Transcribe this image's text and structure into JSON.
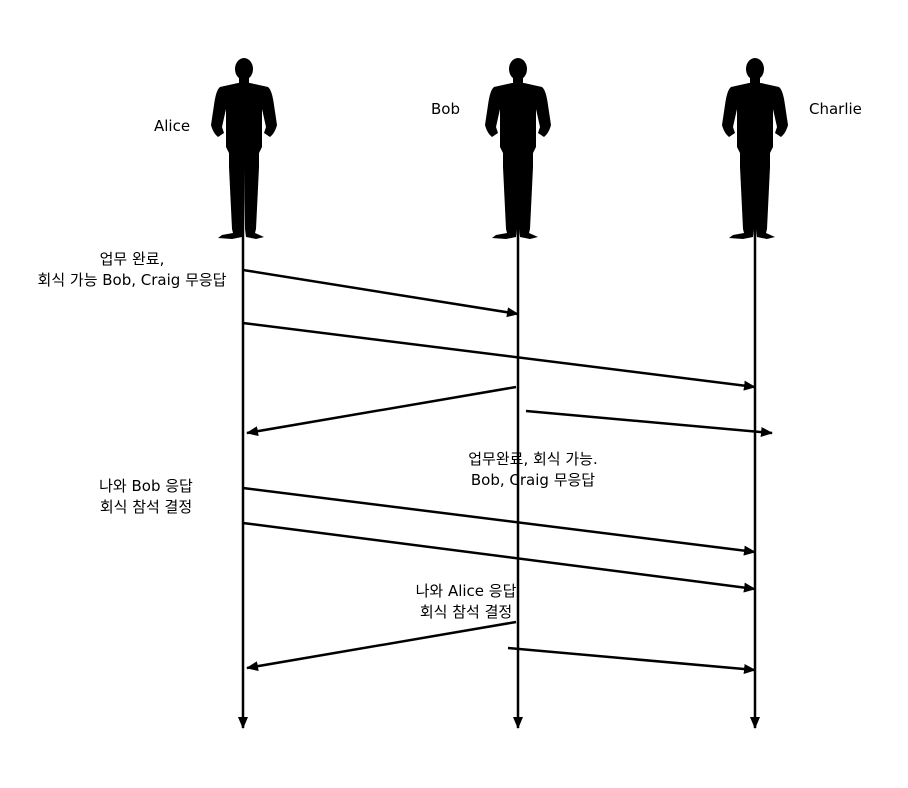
{
  "actors": [
    {
      "name": "Alice"
    },
    {
      "name": "Bob"
    },
    {
      "name": "Charlie"
    }
  ],
  "messages": [
    {
      "from": "Alice",
      "to": "Bob",
      "label": [
        "업무 완료,",
        "회식 가능 Bob, Craig 무응답"
      ]
    },
    {
      "from": "Alice",
      "to": "Charlie",
      "label": []
    },
    {
      "from": "Bob",
      "to": "Alice",
      "label": []
    },
    {
      "from": "Bob",
      "to": "Charlie",
      "label": []
    },
    {
      "from": "Alice",
      "to": "Charlie",
      "label": [
        "나와 Bob 응답",
        "회식 참석 결정"
      ]
    },
    {
      "from": "Alice",
      "to": "Charlie",
      "label": []
    },
    {
      "from": "Bob",
      "to": "Alice",
      "label": [
        "나와 Alice 응답",
        "회식 참석 결정"
      ]
    },
    {
      "from": "Bob",
      "to": "Charlie",
      "label": []
    }
  ],
  "annotations": [
    {
      "lines": [
        "업무완료, 회식 가능.",
        "Bob, Craig 무응답"
      ]
    }
  ]
}
